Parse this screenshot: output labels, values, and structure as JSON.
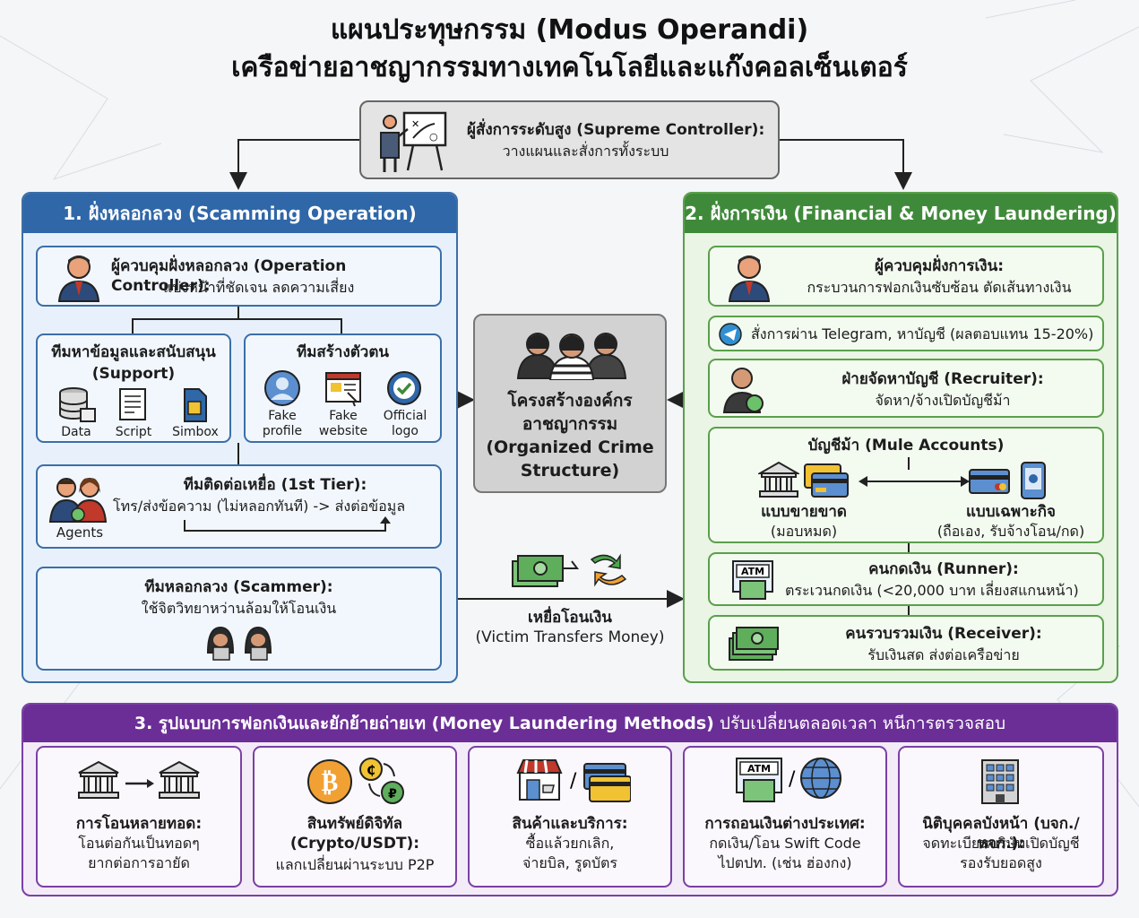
{
  "title": {
    "line1": "แผนประทุษกรรม (Modus Operandi)",
    "line2": "เครือข่ายอาชญากรรมทางเทคโนโลยีและแก๊งคอลเซ็นเตอร์"
  },
  "supreme": {
    "title": "ผู้สั่งการระดับสูง (Supreme Controller):",
    "desc": "วางแผนและสั่งการทั้งระบบ"
  },
  "scam": {
    "header": "1. ฝั่งหลอกลวง (Scamming Operation)",
    "controller_title": "ผู้ควบคุมฝั่งหลอกลวง (Operation Controller):",
    "controller_desc": "แบ่งหน้าที่ชัดเจน ลดความเสี่ยง",
    "support_title": "ทีมหาข้อมูลและสนับสนุน",
    "support_title2": "(Support)",
    "support_items": [
      "Data",
      "Script",
      "Simbox"
    ],
    "identity_title": "ทีมสร้างตัวตน",
    "identity_items": [
      "Fake\nprofile",
      "Fake\nwebsite",
      "Official\nlogo"
    ],
    "contact_title": "ทีมติดต่อเหยื่อ (1st Tier):",
    "contact_desc": "โทร/ส่งข้อความ (ไม่หลอกทันที) -> ส่งต่อข้อมูล",
    "agents_label": "Agents",
    "scammer_title": "ทีมหลอกลวง (Scammer):",
    "scammer_desc": "ใช้จิตวิทยาหว่านล้อมให้โอนเงิน"
  },
  "center": {
    "label": "โครงสร้างองค์กร\nอาชญากรรม\n(Organized Crime\nStructure)",
    "transfer_title": "เหยื่อโอนเงิน",
    "transfer_desc": "(Victim Transfers Money)"
  },
  "finance": {
    "header": "2. ฝั่งการเงิน (Financial & Money Laundering)",
    "controller_title": "ผู้ควบคุมฝั่งการเงิน:",
    "controller_desc": "กระบวนการฟอกเงินซับซ้อน ตัดเส้นทางเงิน",
    "telegram": "สั่งการผ่าน Telegram, หาบัญชี (ผลตอบแทน 15-20%)",
    "recruiter_title": "ฝ่ายจัดหาบัญชี (Recruiter):",
    "recruiter_desc": "จัดหา/จ้างเปิดบัญชีม้า",
    "mule_title": "บัญชีม้า (Mule Accounts)",
    "mule_left_title": "แบบขายขาด",
    "mule_left_desc": "(มอบหมด)",
    "mule_right_title": "แบบเฉพาะกิจ",
    "mule_right_desc": "(ถือเอง, รับจ้างโอน/กด)",
    "runner_title": "คนกดเงิน (Runner):",
    "runner_desc": "ตระเวนกดเงิน (<20,000 บาท เลี่ยงสแกนหน้า)",
    "atm_label": "ATM",
    "receiver_title": "คนรวบรวมเงิน (Receiver):",
    "receiver_desc": "รับเงินสด ส่งต่อเครือข่าย"
  },
  "methods": {
    "header_bold": "3. รูปแบบการฟอกเงินและยักย้ายถ่ายเท (Money Laundering Methods)",
    "header_rest": " ปรับเปลี่ยนตลอดเวลา หนีการตรวจสอบ",
    "items": [
      {
        "title": "การโอนหลายทอด:",
        "desc": "โอนต่อกันเป็นทอดๆ\nยากต่อการอายัด"
      },
      {
        "title": "สินทรัพย์ดิจิทัล\n(Crypto/USDT):",
        "desc": "แลกเปลี่ยนผ่านระบบ P2P"
      },
      {
        "title": "สินค้าและบริการ:",
        "desc": "ซื้อแล้วยกเลิก,\nจ่ายบิล, รูดบัตร"
      },
      {
        "title": "การถอนเงินต่างประเทศ:",
        "desc": "กดเงิน/โอน Swift Code\nไปตปท. (เช่น ฮ่องกง)"
      },
      {
        "title": "นิติบุคคลบังหน้า (บจก./หจก.):",
        "desc": "จดทะเบียนบริษัทเปิดบัญชี\nรองรับยอดสูง"
      }
    ],
    "atm_label": "ATM"
  },
  "colors": {
    "blue": "#2f67a8",
    "green": "#3f8a3a",
    "purple": "#6b2e97",
    "gray": "#d4d4d4"
  }
}
